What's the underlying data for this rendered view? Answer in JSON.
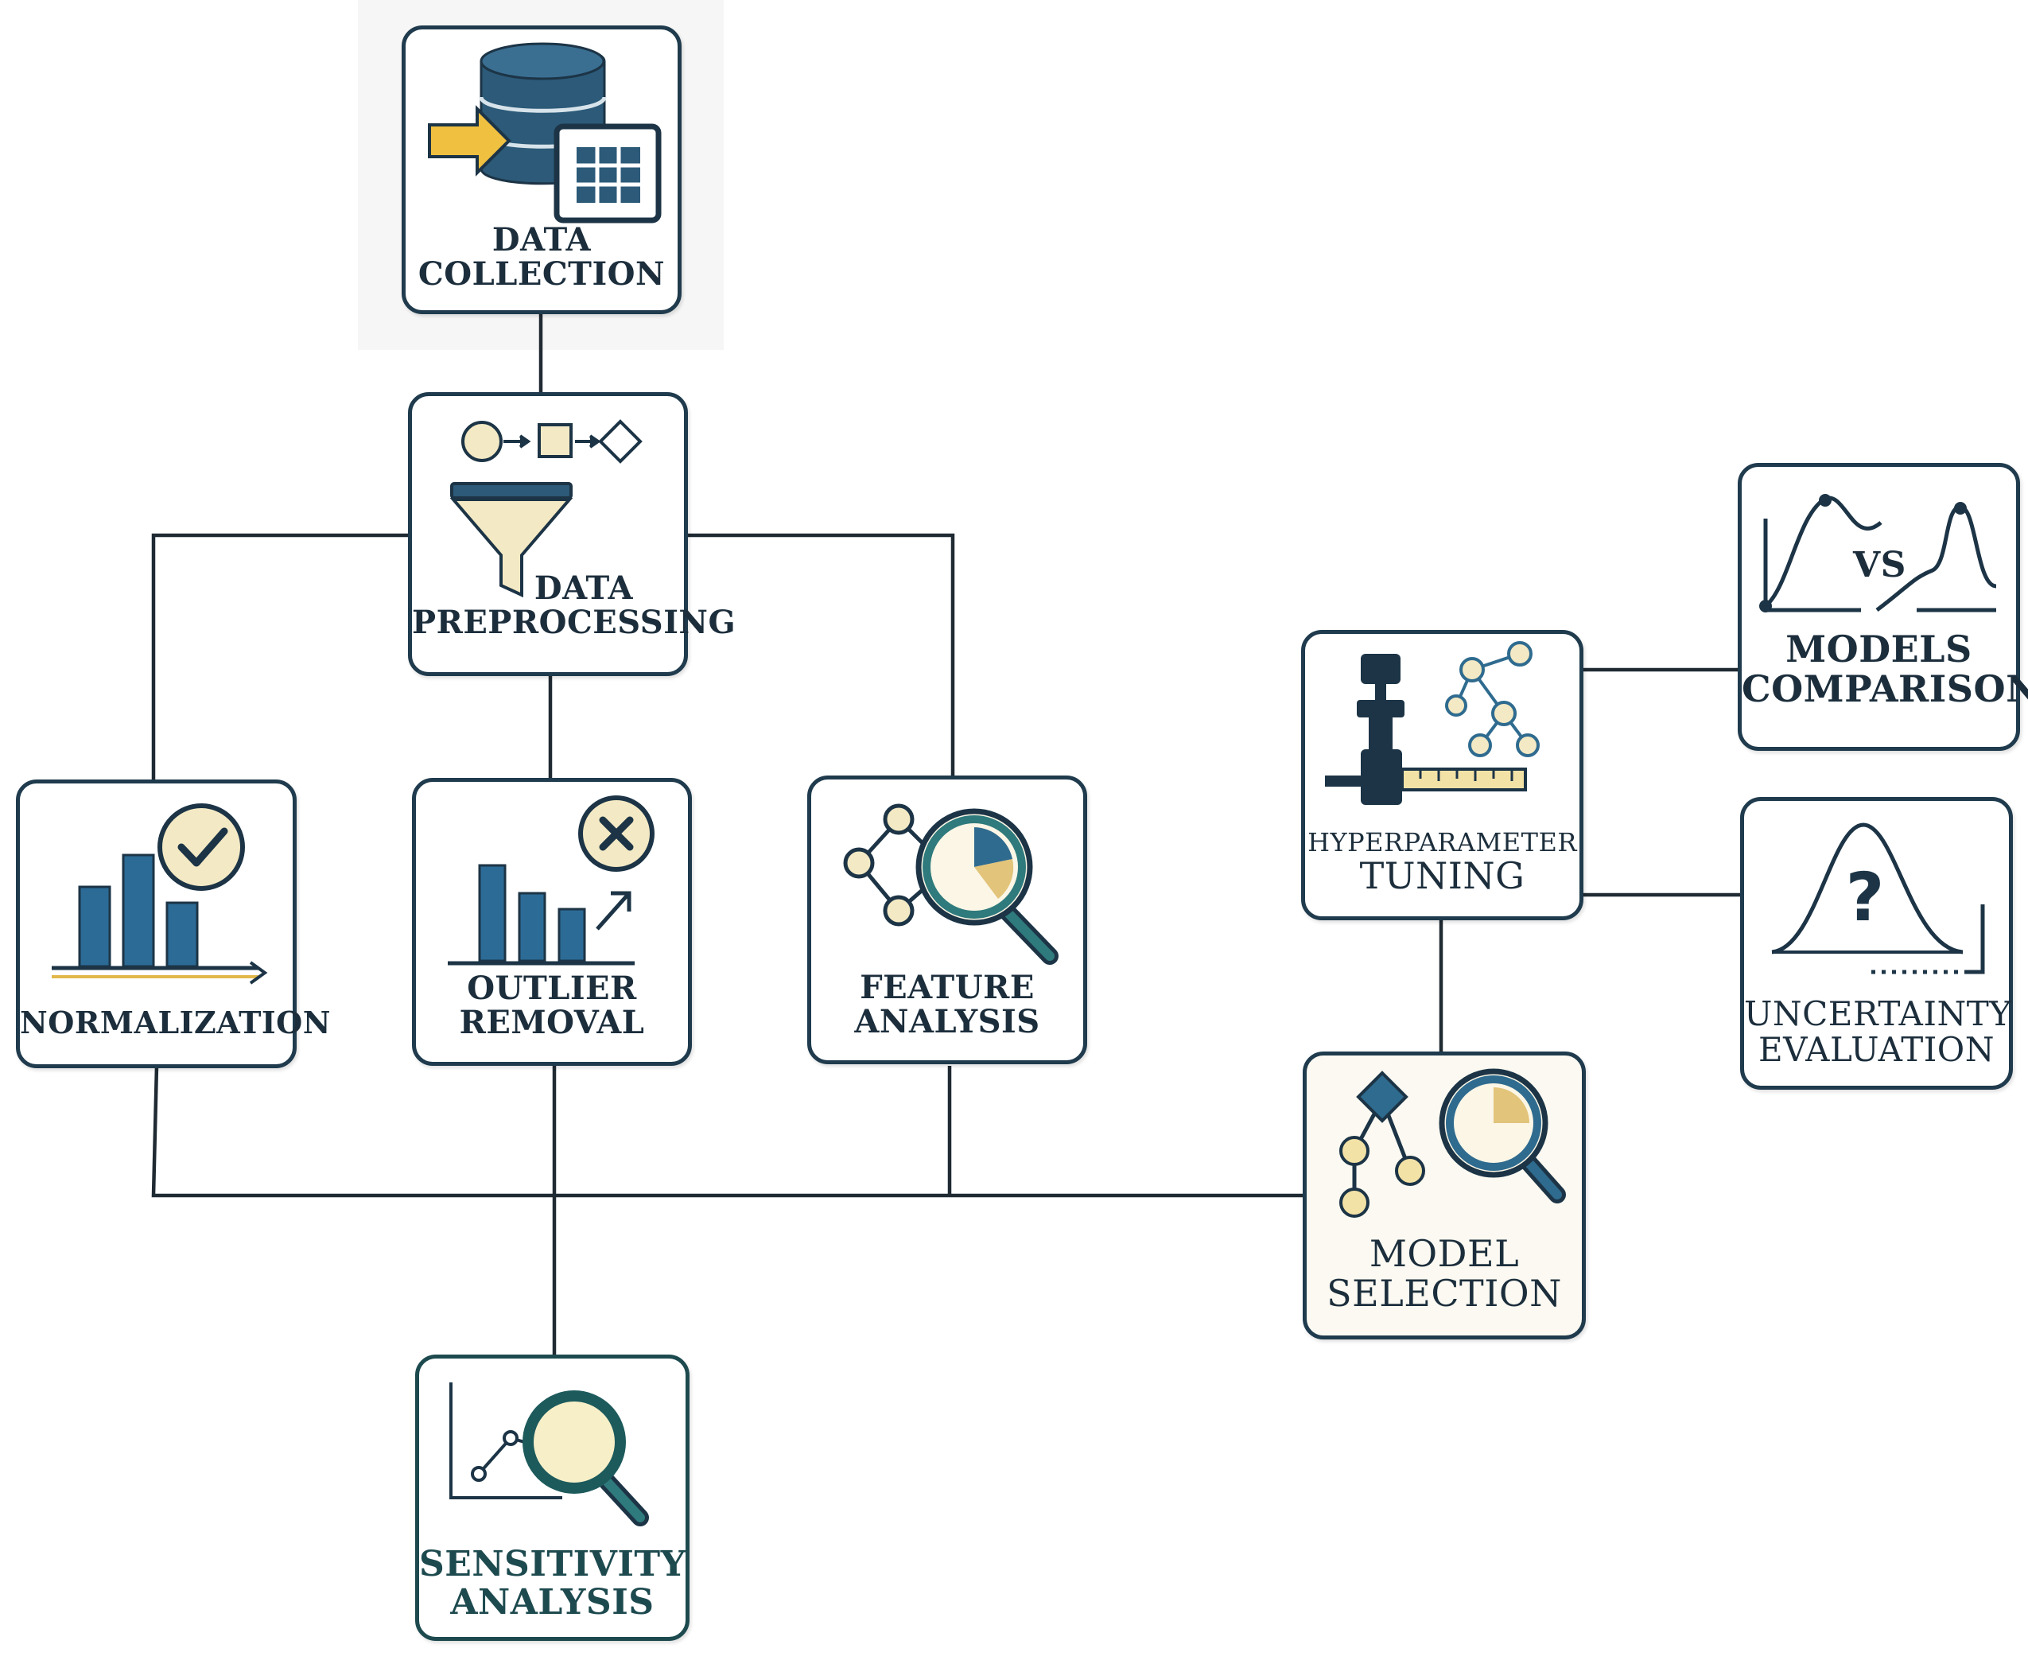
{
  "nodes": {
    "data_collection": {
      "line1": "DATA",
      "line2": "COLLECTION"
    },
    "data_preprocessing": {
      "line1": "DATA",
      "line2": "PREPROCESSING"
    },
    "normalization": {
      "line1": "NORMALIZATION"
    },
    "outlier_removal": {
      "line1": "OUTLIER",
      "line2": "REMOVAL"
    },
    "feature_analysis": {
      "line1": "FEATURE",
      "line2": "ANALYSIS"
    },
    "sensitivity_analysis": {
      "line1": "SENSITIVITY",
      "line2": "ANALYSIS"
    },
    "hyperparameter_tuning": {
      "line1": "HYPERPARAMETER",
      "line2": "TUNING"
    },
    "model_selection": {
      "line1": "MODEL",
      "line2": "SELECTION"
    },
    "models_comparison": {
      "line1": "MODELS",
      "line2": "COMPARISON",
      "vs": "VS"
    },
    "uncertainty_evaluation": {
      "line1": "UNCERTAINTY",
      "line2": "EVALUATION"
    }
  },
  "colors": {
    "navy": "#1f3b4d",
    "blue": "#2f6b8f",
    "teal": "#1d5a5c",
    "cream": "#f3e9c4",
    "gold": "#e2b84a"
  },
  "icons": [
    "database-icon",
    "grid-table-icon",
    "arrow-icon",
    "funnel-icon",
    "bar-chart-icon",
    "checkmark-icon",
    "x-circle-icon",
    "network-icon",
    "magnifier-icon",
    "microscope-icon",
    "ruler-icon",
    "bell-curve-icon",
    "question-icon",
    "line-chart-icon"
  ]
}
